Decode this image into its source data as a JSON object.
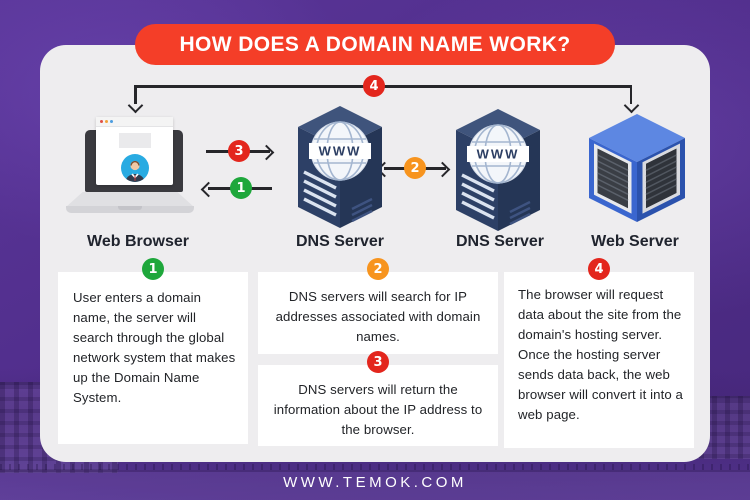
{
  "title": "HOW DOES A DOMAIN NAME WORK?",
  "footer": "WWW.TEMOK.COM",
  "server_badge": "WWW",
  "colors": {
    "background_purple": "#53318f",
    "card_gray": "#eeedef",
    "banner_red": "#f43e28",
    "step1_green": "#1ea73b",
    "step2_orange": "#f7941e",
    "step3_red": "#e3261d",
    "step4_red": "#e3261d",
    "dns_server_navy": "#2d4066",
    "web_server_blue": "#3a66cf",
    "line_ink": "#26262a"
  },
  "nodes": [
    {
      "label": "Web Browser"
    },
    {
      "label": "DNS Server"
    },
    {
      "label": "DNS Server"
    },
    {
      "label": "Web Server"
    }
  ],
  "flow_arrows": [
    {
      "num": "1"
    },
    {
      "num": "2"
    },
    {
      "num": "3"
    },
    {
      "num": "4"
    }
  ],
  "steps": [
    {
      "num": "1",
      "text": "User enters a domain name, the server will search through the global network system that makes up the Domain Name System."
    },
    {
      "num": "2",
      "text": "DNS servers will search for IP addresses associated with domain names."
    },
    {
      "num": "3",
      "text": "DNS servers will return the information about the IP address to the browser."
    },
    {
      "num": "4",
      "text": "The browser will request data about the site from the domain's hosting server. Once the hosting server sends data back, the web browser will convert it into a web page."
    }
  ]
}
